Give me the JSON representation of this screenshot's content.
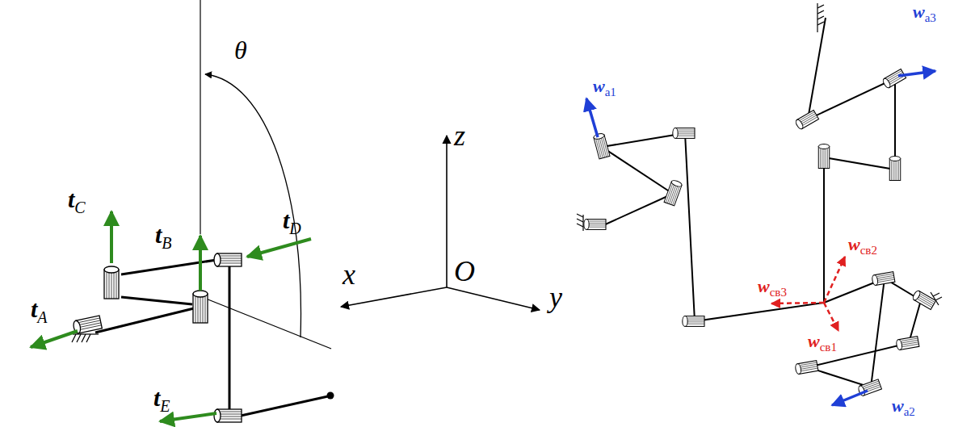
{
  "diagram": {
    "labels": [
      "tC",
      "tB",
      "θ",
      "tD",
      "z",
      "x",
      "O",
      "y",
      "tA",
      "tE",
      "wa1",
      "wa3",
      "wсв2",
      "wсв3",
      "wсв1",
      "wa2"
    ]
  }
}
